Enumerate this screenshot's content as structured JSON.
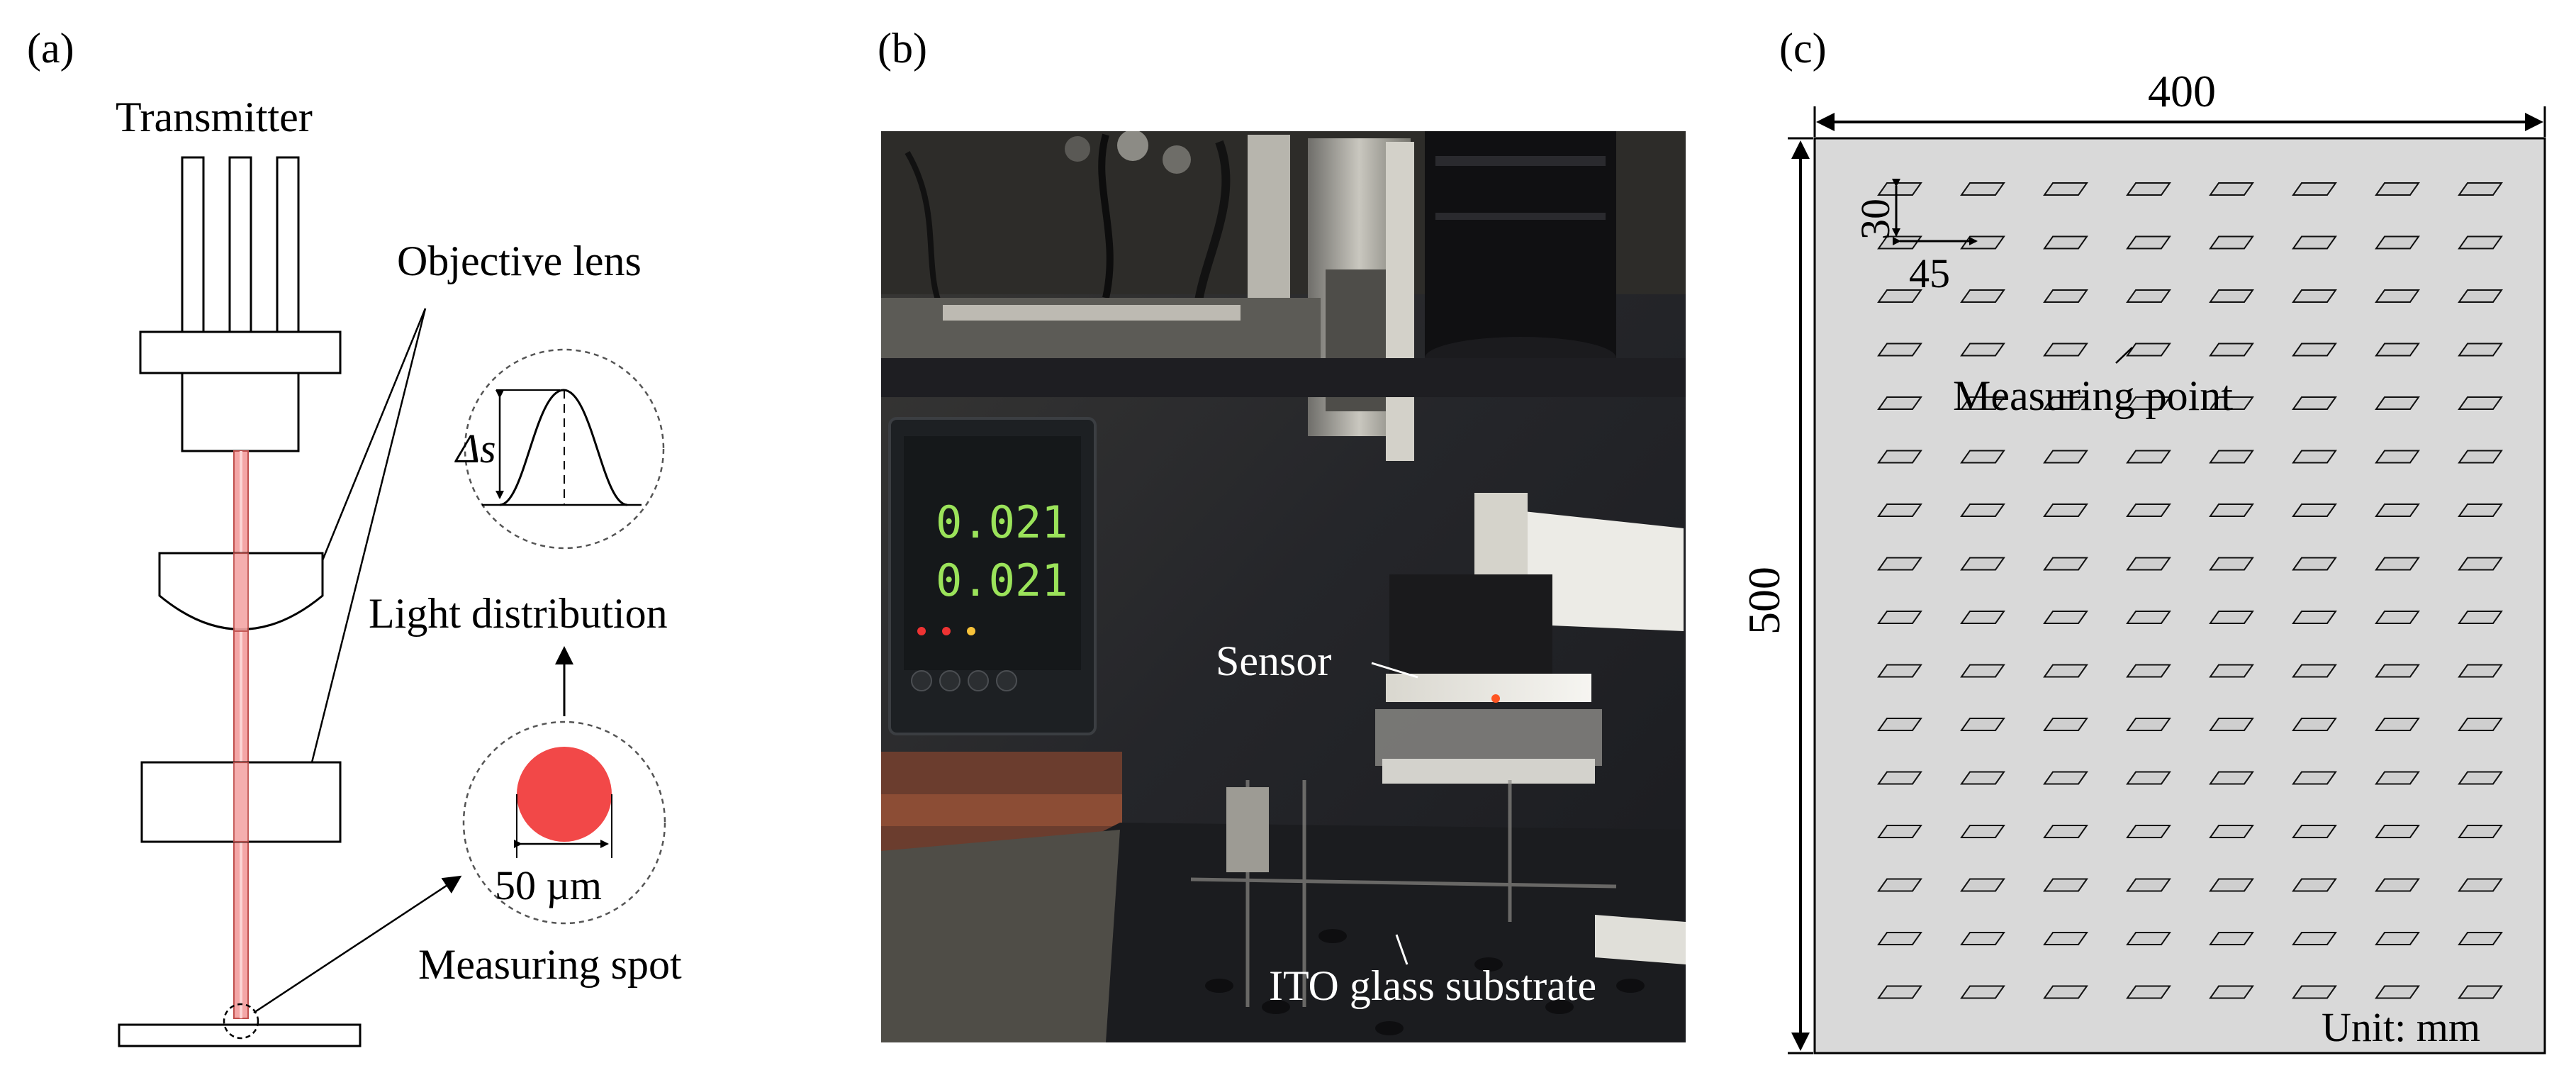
{
  "panel_a": {
    "label": "(a)",
    "transmitter": "Transmitter",
    "objective_lens": "Objective lens",
    "delta_s": "Δs",
    "light_distribution": "Light distribution",
    "spot_size": "50 µm",
    "measuring_spot": "Measuring spot"
  },
  "panel_b": {
    "label": "(b)",
    "display_top": "0.021",
    "display_bottom": "0.021",
    "sensor": "Sensor",
    "substrate": "ITO glass substrate"
  },
  "panel_c": {
    "label": "(c)",
    "width_dim": "400",
    "height_dim": "500",
    "spacing_y": "30",
    "spacing_x": "45",
    "measuring_point": "Measuring point",
    "unit": "Unit: mm",
    "grid_columns": 8,
    "grid_rows": 16
  },
  "colors": {
    "beam": "#f4a6a6",
    "beam_edge": "#c0504d",
    "spot": "#f24848",
    "plate": "#d9d9d9",
    "point_fill": "#cfcfcf",
    "display_led": "#9be35a"
  }
}
